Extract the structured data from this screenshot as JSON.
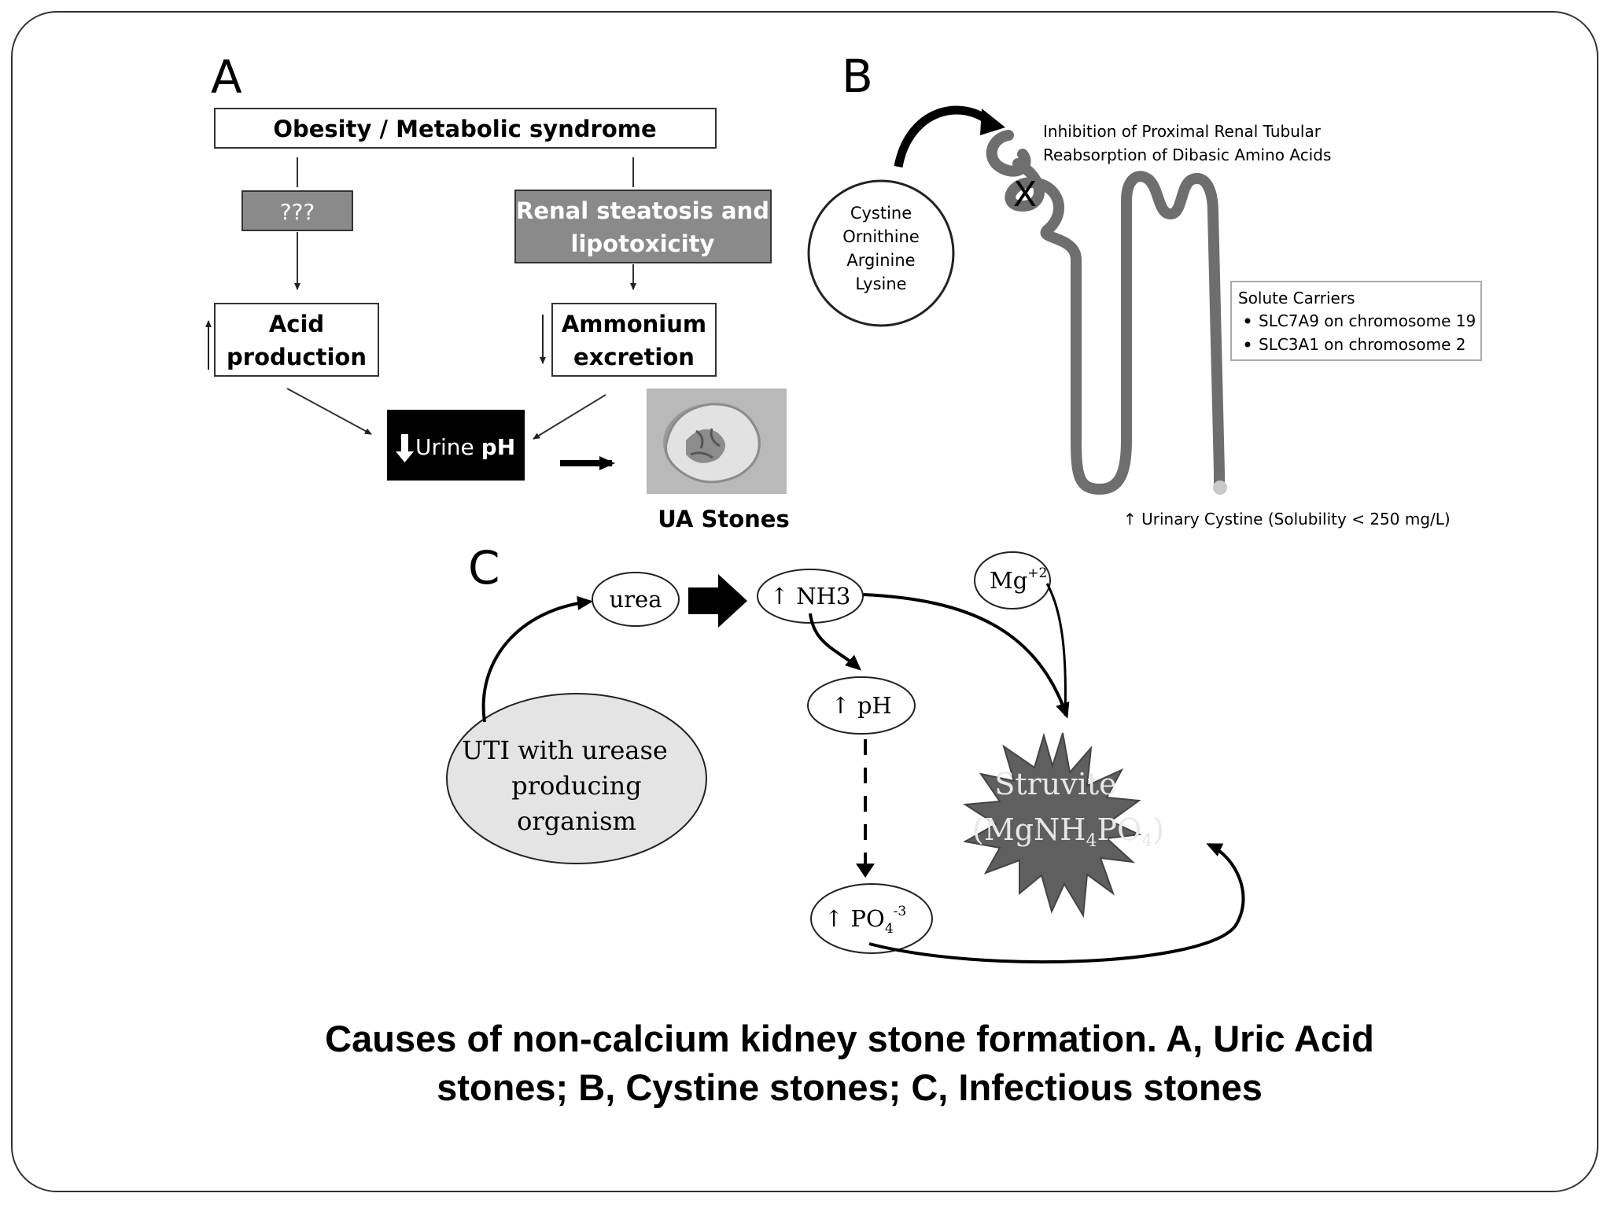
{
  "panel_a": {
    "letter": "A",
    "top_box": "Obesity / Metabolic syndrome",
    "unknown_box": "???",
    "steatosis_box": [
      "Renal steatosis and",
      "lipotoxicity"
    ],
    "acid_box": [
      "Acid",
      "production"
    ],
    "ammonium_box": [
      "Ammonium",
      "excretion"
    ],
    "ph_label": "Urine",
    "ph_label_bold": "pH",
    "stone_label": "UA Stones"
  },
  "panel_b": {
    "letter": "B",
    "amino_acids": [
      "Cystine",
      "Ornithine",
      "Arginine",
      "Lysine"
    ],
    "inhibition_text": [
      "Inhibition of Proximal Renal Tubular",
      "Reabsorption of Dibasic Amino Acids"
    ],
    "x_mark": "X",
    "solute_title": "Solute Carriers",
    "solute_items": [
      "SLC7A9 on chromosome 19",
      "SLC3A1 on chromosome 2"
    ],
    "urinary_cystine": "↑ Urinary Cystine (Solubility < 250 mg/L)"
  },
  "panel_c": {
    "letter": "C",
    "urea": "urea",
    "nh3": "↑ NH3",
    "mg": "Mg",
    "mg_sup": "+2",
    "ph": "↑ pH",
    "po4": "↑ PO",
    "po4_sub": "4",
    "po4_sup": "-3",
    "uti": [
      "UTI with urease",
      "producing",
      "organism"
    ],
    "struvite": "Struvite",
    "struvite_formula": [
      "(MgNH",
      "4",
      "PO",
      "4",
      ")"
    ]
  },
  "caption": [
    "Causes of non-calcium kidney stone formation. A, Uric Acid",
    "stones; B, Cystine stones; C, Infectious stones"
  ],
  "colors": {
    "gray_box": "#8a8a8a",
    "tubule": "#6e6e6e",
    "struvite": "#5f5f5f",
    "uti_fill": "#e4e4e4",
    "ph_box": "#000000"
  }
}
